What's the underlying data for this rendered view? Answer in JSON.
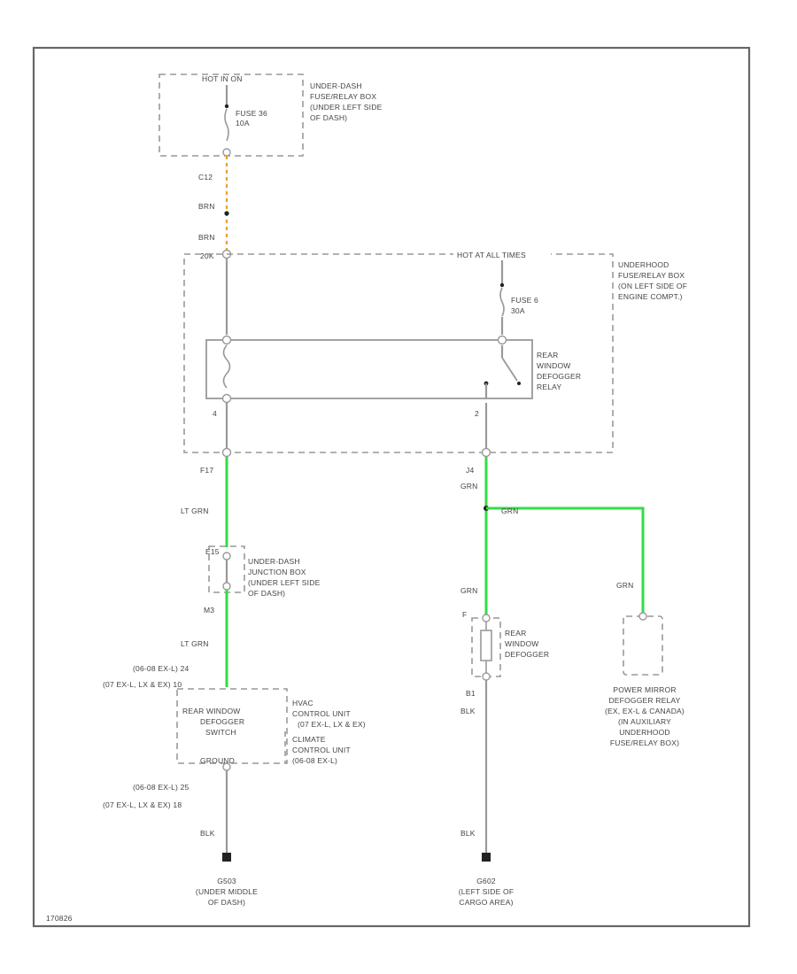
{
  "colors": {
    "frame": "#666666",
    "wire": "#999999",
    "wire_green": "#33dd44",
    "wire_orange": "#e8a030",
    "text": "#444444"
  },
  "top_source": {
    "power": "HOT IN ON",
    "fuse": [
      "FUSE 36",
      "10A"
    ],
    "box_desc": [
      "UNDER-DASH",
      "FUSE/RELAY BOX",
      "(UNDER LEFT SIDE",
      "OF DASH)"
    ],
    "conn_label": "C12",
    "wire1": "BRN",
    "wire2": "BRN",
    "term_label": "20K"
  },
  "underhood": {
    "power": "HOT AT ALL TIMES",
    "fuse": [
      "FUSE 6",
      "30A"
    ],
    "box_desc": [
      "UNDERHOOD",
      "FUSE/RELAY BOX",
      "(ON LEFT SIDE OF",
      "ENGINE COMPT.)"
    ],
    "relay_desc": [
      "REAR",
      "WINDOW",
      "DEFOGGER",
      "RELAY"
    ],
    "pin_left": "4",
    "pin_right": "2"
  },
  "left_branch": {
    "conn1": "F17",
    "wire1": "LT GRN",
    "jb_top": "E15",
    "jb_desc": [
      "UNDER-DASH",
      "JUNCTION BOX",
      "(UNDER LEFT SIDE",
      "OF DASH)"
    ],
    "jb_bottom": "M3",
    "wire2": "LT GRN",
    "pin_line1": "(06-08 EX-L) 24",
    "pin_line2": "(07 EX-L, LX & EX) 10",
    "switch_desc": [
      "REAR WINDOW",
      "DEFOGGER",
      "SWITCH"
    ],
    "ground_label": "GROUND",
    "hvac_desc": [
      "HVAC",
      "CONTROL UNIT",
      "(07 EX-L, LX & EX)",
      "CLIMATE",
      "CONTROL UNIT",
      "(06-08 EX-L)"
    ],
    "gpin_line1": "(06-08 EX-L) 25",
    "gpin_line2": "(07 EX-L, LX & EX) 18",
    "wire3": "BLK",
    "ground_name": [
      "G503",
      "(UNDER MIDDLE",
      "OF DASH)"
    ]
  },
  "right_branch": {
    "conn1": "J4",
    "wire1": "GRN",
    "splice_wire": "GRN",
    "wire2": "GRN",
    "defogger_pin_top": "F",
    "defogger_desc": [
      "REAR",
      "WINDOW",
      "DEFOGGER"
    ],
    "defogger_pin_bottom": "B1",
    "wire3": "BLK",
    "wire4": "BLK",
    "ground_name": [
      "G602",
      "(LEFT SIDE OF",
      "CARGO AREA)"
    ]
  },
  "mirror": {
    "wire": "GRN",
    "desc": [
      "POWER MIRROR",
      "DEFOGGER RELAY",
      "(EX, EX-L & CANADA)",
      "(IN AUXILIARY",
      "UNDERHOOD",
      "FUSE/RELAY BOX)"
    ]
  },
  "figure_id": "170826"
}
